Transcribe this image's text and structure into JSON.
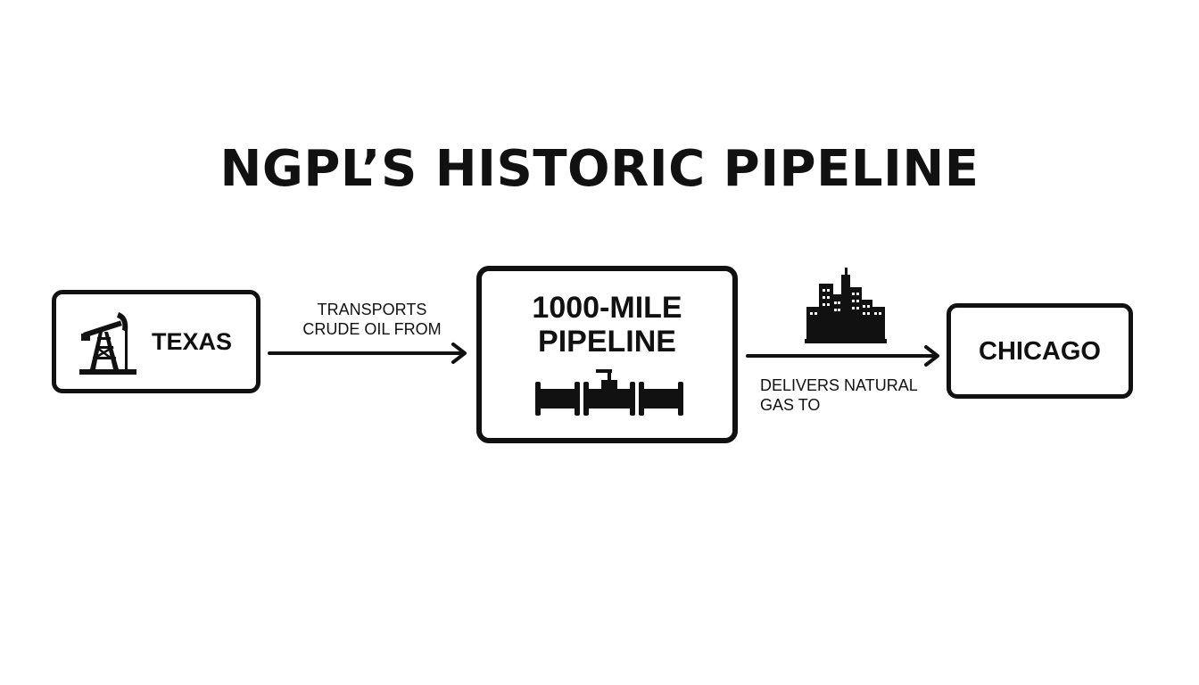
{
  "diagram": {
    "title": "NGPL’S HISTORIC PIPELINE",
    "nodes": {
      "texas": {
        "label": "TEXAS",
        "icon": "oil-pumpjack-icon"
      },
      "pipeline": {
        "label_line1": "1000-MILE",
        "label_line2": "PIPELINE",
        "icon": "pipe-valve-icon"
      },
      "chicago": {
        "label": "CHICAGO"
      }
    },
    "edges": {
      "texas_to_pipeline": {
        "line1": "TRANSPORTS",
        "line2": "CRUDE OIL FROM"
      },
      "pipeline_to_chicago": {
        "line1": "DELIVERS NATURAL",
        "line2": "GAS TO",
        "icon": "city-skyline-icon"
      }
    },
    "colors": {
      "ink": "#111111",
      "background": "#ffffff"
    }
  }
}
